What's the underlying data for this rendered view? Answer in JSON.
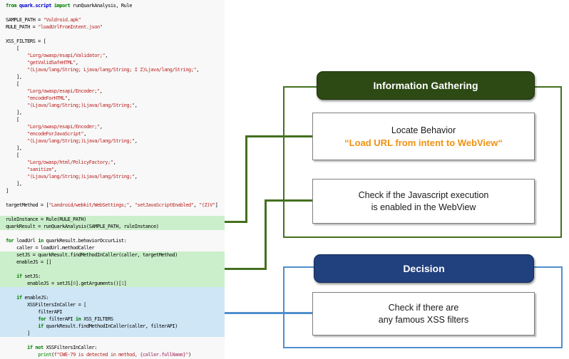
{
  "code": {
    "lines": [
      {
        "hl": "",
        "s": [
          [
            "k",
            "from"
          ],
          [
            "p",
            " "
          ],
          [
            "n",
            "quark.script"
          ],
          [
            "p",
            " "
          ],
          [
            "k",
            "import"
          ],
          [
            "p",
            " runQuarkAnalysis, Rule"
          ]
        ]
      },
      {
        "hl": "",
        "s": []
      },
      {
        "hl": "",
        "s": [
          [
            "p",
            "SAMPLE_PATH = "
          ],
          [
            "s",
            "\"Vuldroid.apk\""
          ]
        ]
      },
      {
        "hl": "",
        "s": [
          [
            "p",
            "RULE_PATH = "
          ],
          [
            "s",
            "\"loadUrlFromIntent.json\""
          ]
        ]
      },
      {
        "hl": "",
        "s": []
      },
      {
        "hl": "",
        "s": [
          [
            "p",
            "XSS_FILTERS = ["
          ]
        ]
      },
      {
        "hl": "",
        "s": [
          [
            "p",
            "    ["
          ]
        ]
      },
      {
        "hl": "",
        "s": [
          [
            "p",
            "        "
          ],
          [
            "s",
            "\"Lorg/owasp/esapi/Validator;\""
          ],
          [
            "p",
            ","
          ]
        ]
      },
      {
        "hl": "",
        "s": [
          [
            "p",
            "        "
          ],
          [
            "s",
            "\"getValidSafeHTML\""
          ],
          [
            "p",
            ","
          ]
        ]
      },
      {
        "hl": "",
        "s": [
          [
            "p",
            "        "
          ],
          [
            "s",
            "\"(Ljava/lang/String; Ljava/lang/String; I Z)Ljava/lang/String;\""
          ],
          [
            "p",
            ","
          ]
        ]
      },
      {
        "hl": "",
        "s": [
          [
            "p",
            "    ],"
          ]
        ]
      },
      {
        "hl": "",
        "s": [
          [
            "p",
            "    ["
          ]
        ]
      },
      {
        "hl": "",
        "s": [
          [
            "p",
            "        "
          ],
          [
            "s",
            "\"Lorg/owasp/esapi/Encoder;\""
          ],
          [
            "p",
            ","
          ]
        ]
      },
      {
        "hl": "",
        "s": [
          [
            "p",
            "        "
          ],
          [
            "s",
            "\"encodeForHTML\""
          ],
          [
            "p",
            ","
          ]
        ]
      },
      {
        "hl": "",
        "s": [
          [
            "p",
            "        "
          ],
          [
            "s",
            "\"(Ljava/lang/String;)Ljava/lang/String;\""
          ],
          [
            "p",
            ","
          ]
        ]
      },
      {
        "hl": "",
        "s": [
          [
            "p",
            "    ],"
          ]
        ]
      },
      {
        "hl": "",
        "s": [
          [
            "p",
            "    ["
          ]
        ]
      },
      {
        "hl": "",
        "s": [
          [
            "p",
            "        "
          ],
          [
            "s",
            "\"Lorg/owasp/esapi/Encoder;\""
          ],
          [
            "p",
            ","
          ]
        ]
      },
      {
        "hl": "",
        "s": [
          [
            "p",
            "        "
          ],
          [
            "s",
            "\"encodeForJavaScript\""
          ],
          [
            "p",
            ","
          ]
        ]
      },
      {
        "hl": "",
        "s": [
          [
            "p",
            "        "
          ],
          [
            "s",
            "\"(Ljava/lang/String;)Ljava/lang/String;\""
          ],
          [
            "p",
            ","
          ]
        ]
      },
      {
        "hl": "",
        "s": [
          [
            "p",
            "    ],"
          ]
        ]
      },
      {
        "hl": "",
        "s": [
          [
            "p",
            "    ["
          ]
        ]
      },
      {
        "hl": "",
        "s": [
          [
            "p",
            "        "
          ],
          [
            "s",
            "\"Lorg/owasp/html/PolicyFactory;\""
          ],
          [
            "p",
            ","
          ]
        ]
      },
      {
        "hl": "",
        "s": [
          [
            "p",
            "        "
          ],
          [
            "s",
            "\"sanitize\""
          ],
          [
            "p",
            ","
          ]
        ]
      },
      {
        "hl": "",
        "s": [
          [
            "p",
            "        "
          ],
          [
            "s",
            "\"(Ljava/lang/String;)Ljava/lang/String;\""
          ],
          [
            "p",
            ","
          ]
        ]
      },
      {
        "hl": "",
        "s": [
          [
            "p",
            "    ],"
          ]
        ]
      },
      {
        "hl": "",
        "s": [
          [
            "p",
            "]"
          ]
        ]
      },
      {
        "hl": "",
        "s": []
      },
      {
        "hl": "",
        "s": [
          [
            "p",
            "targetMethod = ["
          ],
          [
            "s",
            "\"Landroid/webkit/WebSettings;\""
          ],
          [
            "p",
            ", "
          ],
          [
            "s",
            "\"setJavaScriptEnabled\""
          ],
          [
            "p",
            ", "
          ],
          [
            "s",
            "\"(Z)V\""
          ],
          [
            "p",
            "]"
          ]
        ]
      },
      {
        "hl": "",
        "s": []
      },
      {
        "hl": "g",
        "s": [
          [
            "p",
            "ruleInstance = Rule(RULE_PATH)"
          ]
        ]
      },
      {
        "hl": "g",
        "s": [
          [
            "p",
            "quarkResult = runQuarkAnalysis(SAMPLE_PATH, ruleInstance)"
          ]
        ]
      },
      {
        "hl": "",
        "s": []
      },
      {
        "hl": "",
        "s": [
          [
            "k",
            "for"
          ],
          [
            "p",
            " loadUrl "
          ],
          [
            "k",
            "in"
          ],
          [
            "p",
            " quarkResult.behaviorOccurList:"
          ]
        ]
      },
      {
        "hl": "",
        "s": [
          [
            "p",
            "    caller = loadUrl.methodCaller"
          ]
        ]
      },
      {
        "hl": "g",
        "s": [
          [
            "p",
            "    setJS = quarkResult.findMethodInCaller(caller, targetMethod)"
          ]
        ]
      },
      {
        "hl": "g",
        "s": [
          [
            "p",
            "    enableJS = []"
          ]
        ]
      },
      {
        "hl": "g",
        "s": []
      },
      {
        "hl": "g",
        "s": [
          [
            "p",
            "    "
          ],
          [
            "k",
            "if"
          ],
          [
            "p",
            " setJS:"
          ]
        ]
      },
      {
        "hl": "g",
        "s": [
          [
            "p",
            "        enableJS = setJS["
          ],
          [
            "d",
            "0"
          ],
          [
            "p",
            "].getArguments()["
          ],
          [
            "d",
            "1"
          ],
          [
            "p",
            "]"
          ]
        ]
      },
      {
        "hl": "b",
        "s": []
      },
      {
        "hl": "b",
        "s": [
          [
            "p",
            "    "
          ],
          [
            "k",
            "if"
          ],
          [
            "p",
            " enableJS:"
          ]
        ]
      },
      {
        "hl": "b",
        "s": [
          [
            "p",
            "        XSSFiltersInCaller = ["
          ]
        ]
      },
      {
        "hl": "b",
        "s": [
          [
            "p",
            "            filterAPI"
          ]
        ]
      },
      {
        "hl": "b",
        "s": [
          [
            "p",
            "            "
          ],
          [
            "k",
            "for"
          ],
          [
            "p",
            " filterAPI "
          ],
          [
            "k",
            "in"
          ],
          [
            "p",
            " XSS_FILTERS"
          ]
        ]
      },
      {
        "hl": "b",
        "s": [
          [
            "p",
            "            "
          ],
          [
            "k",
            "if"
          ],
          [
            "p",
            " quarkResult.findMethodInCaller(caller, filterAPI)"
          ]
        ]
      },
      {
        "hl": "b",
        "s": [
          [
            "p",
            "        ]"
          ]
        ]
      },
      {
        "hl": "",
        "s": []
      },
      {
        "hl": "",
        "s": [
          [
            "p",
            "        "
          ],
          [
            "k",
            "if"
          ],
          [
            "p",
            " "
          ],
          [
            "k",
            "not"
          ],
          [
            "p",
            " XSSFiltersInCaller:"
          ]
        ]
      },
      {
        "hl": "",
        "s": [
          [
            "p",
            "            "
          ],
          [
            "b",
            "print"
          ],
          [
            "p",
            "("
          ],
          [
            "s",
            "f\"CWE-79 is detected in method, "
          ],
          [
            "i",
            "{caller.fullName}"
          ],
          [
            "s",
            "\""
          ],
          [
            "p",
            ")"
          ]
        ]
      }
    ]
  },
  "diagram": {
    "information_gathering": {
      "label": "Information Gathering"
    },
    "locate_behavior": {
      "title": "Locate Behavior",
      "quote_open": "“",
      "target": "Load URL from intent to WebView",
      "quote_close": "“"
    },
    "check_js": {
      "line1": "Check if the Javascript execution",
      "line2": "is enabled in the WebView"
    },
    "decision": {
      "label": "Decision"
    },
    "check_xss": {
      "line1": "Check if there are",
      "line2": "any famous XSS filters"
    }
  },
  "colors": {
    "header_green": "#2d4a15",
    "header_blue": "#21407e",
    "line_green": "#44701f",
    "line_blue": "#4f8fcc",
    "highlight_green": "#cbefcb",
    "highlight_blue": "#cfe6f6",
    "orange_text": "#ef9210"
  }
}
